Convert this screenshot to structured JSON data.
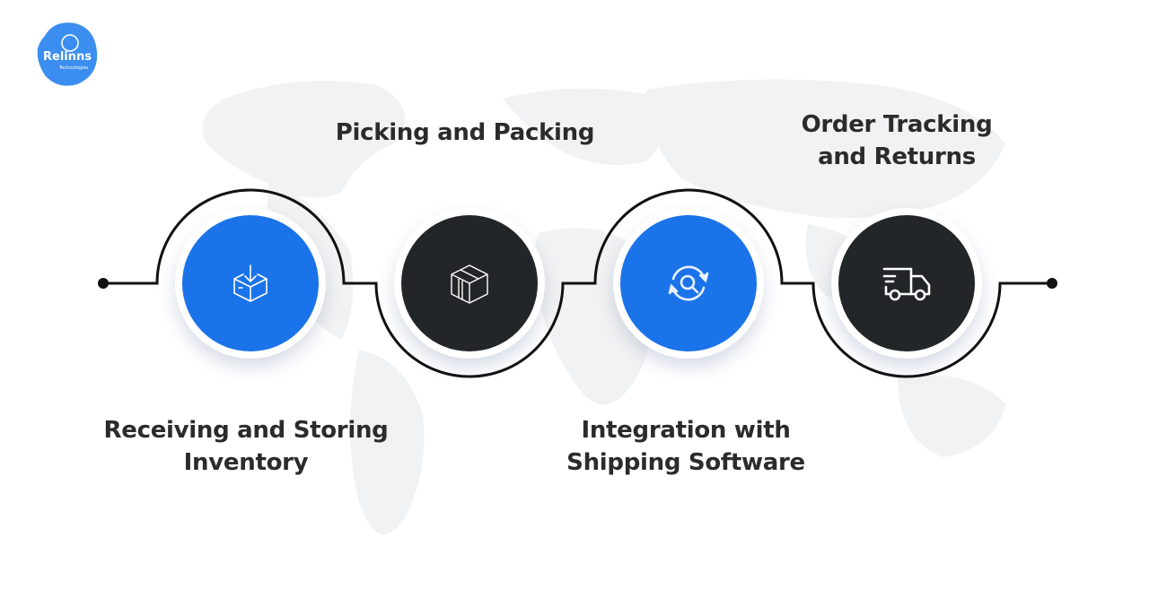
{
  "brand": {
    "logo_text": "Relinns",
    "logo_subtext": "Technologies",
    "logo_color": "#3b8ef0"
  },
  "colors": {
    "blue": "#1a73e8",
    "dark": "#222628",
    "line": "#111111",
    "text": "#2b2b2b"
  },
  "steps": [
    {
      "label_line1": "Receiving and Storing",
      "label_line2": "Inventory",
      "icon": "box-download-icon",
      "color": "blue",
      "label_position": "below"
    },
    {
      "label_line1": "Picking and Packing",
      "label_line2": "",
      "icon": "package-box-icon",
      "color": "dark",
      "label_position": "above"
    },
    {
      "label_line1": "Integration with",
      "label_line2": "Shipping Software",
      "icon": "sync-search-icon",
      "color": "blue",
      "label_position": "below"
    },
    {
      "label_line1": "Order Tracking",
      "label_line2": "and Returns",
      "icon": "delivery-truck-icon",
      "color": "dark",
      "label_position": "above"
    }
  ]
}
